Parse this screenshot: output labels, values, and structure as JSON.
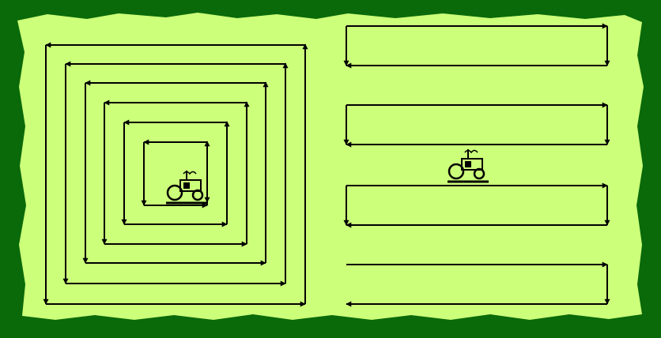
{
  "diagram": {
    "colors": {
      "border": "#0a6a0a",
      "field": "#ccff7a",
      "path": "#000000",
      "tractor": "#000000"
    },
    "panels": [
      {
        "name": "spiral-pattern",
        "pattern": "concentric-spiral",
        "icon": "tractor-icon"
      },
      {
        "name": "back-and-forth-pattern",
        "pattern": "parallel-rows",
        "icon": "tractor-icon"
      }
    ]
  }
}
